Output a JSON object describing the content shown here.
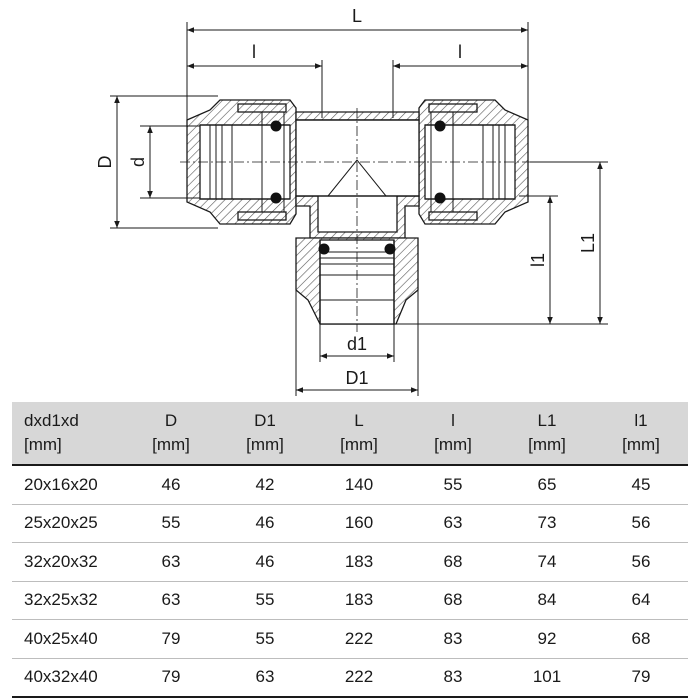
{
  "drawing": {
    "labels": {
      "L": "L",
      "l_left": "l",
      "l_right": "l",
      "D": "D",
      "d": "d",
      "l1": "l1",
      "L1": "L1",
      "d1": "d1",
      "D1": "D1"
    }
  },
  "table": {
    "columns": [
      {
        "name": "dxd1xd",
        "unit": "[mm]"
      },
      {
        "name": "D",
        "unit": "[mm]"
      },
      {
        "name": "D1",
        "unit": "[mm]"
      },
      {
        "name": "L",
        "unit": "[mm]"
      },
      {
        "name": "l",
        "unit": "[mm]"
      },
      {
        "name": "L1",
        "unit": "[mm]"
      },
      {
        "name": "l1",
        "unit": "[mm]"
      }
    ],
    "rows": [
      [
        "20x16x20",
        "46",
        "42",
        "140",
        "55",
        "65",
        "45"
      ],
      [
        "25x20x25",
        "55",
        "46",
        "160",
        "63",
        "73",
        "56"
      ],
      [
        "32x20x32",
        "63",
        "46",
        "183",
        "68",
        "74",
        "56"
      ],
      [
        "32x25x32",
        "63",
        "55",
        "183",
        "68",
        "84",
        "64"
      ],
      [
        "40x25x40",
        "79",
        "55",
        "222",
        "83",
        "92",
        "68"
      ],
      [
        "40x32x40",
        "79",
        "63",
        "222",
        "83",
        "101",
        "79"
      ]
    ]
  }
}
